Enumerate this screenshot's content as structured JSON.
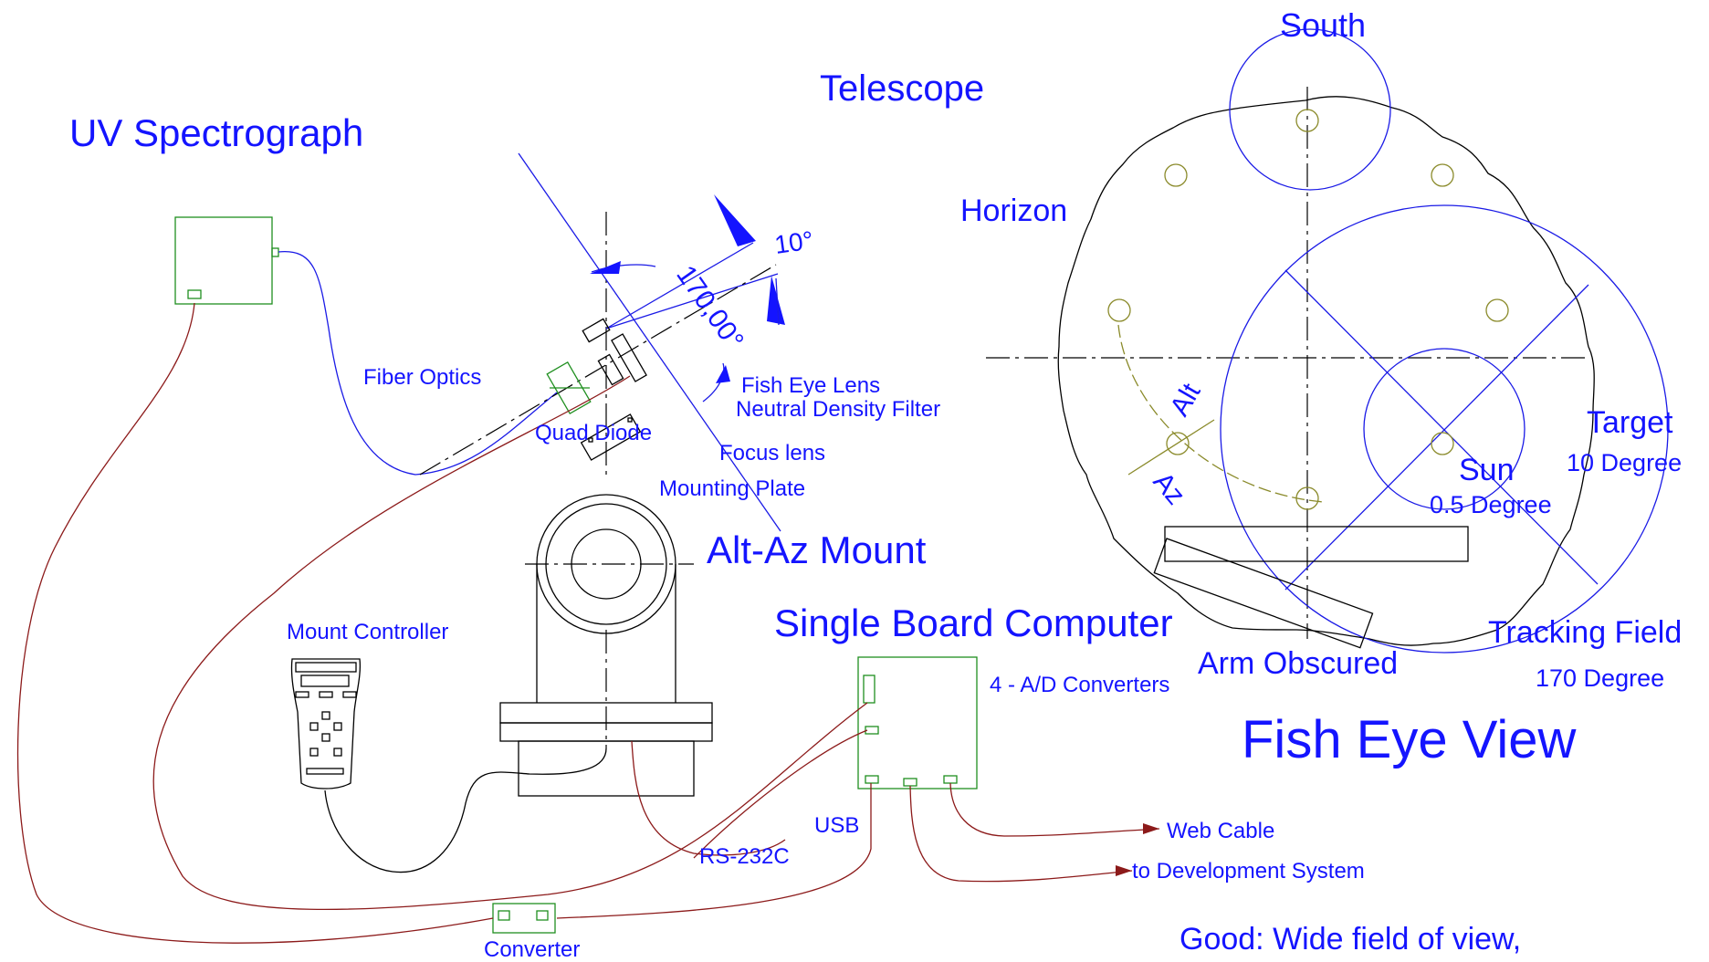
{
  "labels": {
    "uv_spectrograph": "UV Spectrograph",
    "telescope": "Telescope",
    "fiber_optics": "Fiber Optics",
    "quad_diode": "Quad Diode",
    "angle_10": "10°",
    "angle_170": "170,00°",
    "fish_eye_lens": "Fish Eye Lens",
    "nd_filter": "Neutral Density Filter",
    "focus_lens": "Focus lens",
    "mounting_plate": "Mounting Plate",
    "alt_az_mount": "Alt-Az Mount",
    "mount_controller": "Mount Controller",
    "single_board_computer": "Single Board Computer",
    "ad_converters": "4 - A/D Converters",
    "usb": "USB",
    "rs232c": "RS-232C",
    "web_cable": "Web Cable",
    "dev_system": "to Development System",
    "converter": "Converter",
    "south": "South",
    "horizon": "Horizon",
    "alt": "Alt",
    "az": "Az",
    "sun": "Sun",
    "sun_deg": "0.5 Degree",
    "target": "Target",
    "target_deg": "10 Degree",
    "tracking_field": "Tracking Field",
    "tracking_deg": "170 Degree",
    "arm_obscured": "Arm Obscured",
    "fish_eye_view": "Fish Eye View",
    "good_note": "Good:  Wide field of view,"
  },
  "colors": {
    "text": "#1414ff",
    "outline": "#000000",
    "circle": "#1a1ae6",
    "component": "#1f8f1f",
    "dimmed": "#8a8a2a",
    "cable": "#8c1a1a"
  }
}
